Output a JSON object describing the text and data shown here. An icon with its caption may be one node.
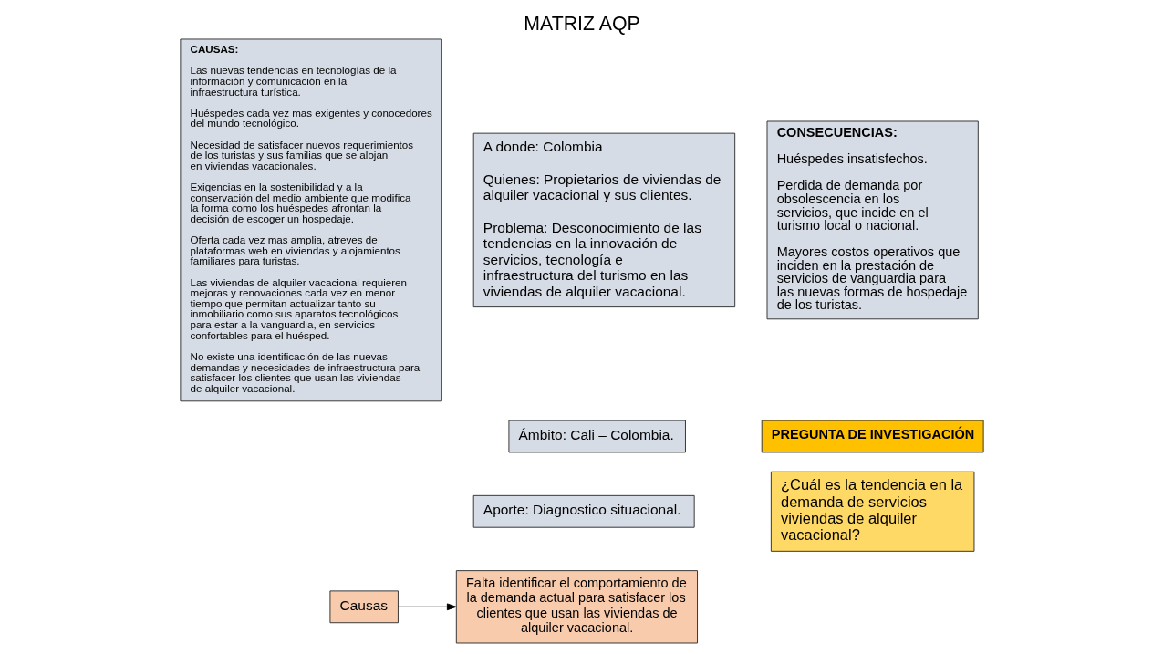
{
  "diagram": {
    "title": "MATRIZ AQP",
    "nodes": [
      {
        "text": [
          "CAUSAS:",
          "Las nuevas tendencias en tecnologías de la información y comunicación en la infraestructura turística.",
          "Huéspedes cada vez mas exigentes y conocedores del mundo tecnológico.",
          "Necesidad de satisfacer nuevos requerimientos de los turistas y sus familias que se alojan en viviendas vacacionales.",
          "Exigencias en la sostenibilidad y a la conservación del medio ambiente que modifica la forma como los huéspedes afrontan la decisión de escoger un hospedaje.",
          "Oferta cada vez mas amplia, atreves de plataformas web en viviendas y alojamientos familiares para turistas.",
          "Las viviendas de alquiler vacacional requieren mejoras y renovaciones cada vez en menor tiempo que permitan actualizar tanto su inmobiliario como sus aparatos tecnológicos para estar a la vanguardia, en servicios confortables para el huésped.",
          "No existe una identificación de las nuevas demandas y necesidades de infraestructura para satisfacer los clientes que usan las viviendas de alquiler vacacional."
        ]
      },
      {
        "text": [
          "A donde: Colombia",
          "Quienes: Propietarios de viviendas de alquiler vacacional y sus clientes.",
          "Problema: Desconocimiento de las tendencias en la innovación de servicios, tecnología e infraestructura del turismo en las viviendas de alquiler vacacional."
        ]
      },
      {
        "text": [
          "Ámbito: Cali – Colombia."
        ]
      },
      {
        "text": [
          "Aporte: Diagnostico situacional."
        ]
      },
      {
        "text": [
          "CONSECUENCIAS:",
          "Huéspedes insatisfechos.",
          "Perdida de demanda por obsolescencia en los servicios, que incide en el turismo local o nacional.",
          "Mayores costos operativos que inciden en la prestación de servicios de vanguardia para las nuevas formas de hospedaje de los turistas."
        ]
      },
      {
        "text": [
          "PREGUNTA DE INVESTIGACIÓN"
        ]
      },
      {
        "text": [
          "¿Cuál es la tendencia en la demanda de servicios viviendas de alquiler vacacional?"
        ]
      },
      {
        "text": [
          "Causas"
        ]
      },
      {
        "text": [
          "Falta identificar el comportamiento de la demanda actual para satisfacer los clientes que usan las viviendas de alquiler vacacional."
        ]
      }
    ],
    "edges": [
      {
        "from": 7,
        "to": 8,
        "arrow": "to"
      }
    ]
  }
}
